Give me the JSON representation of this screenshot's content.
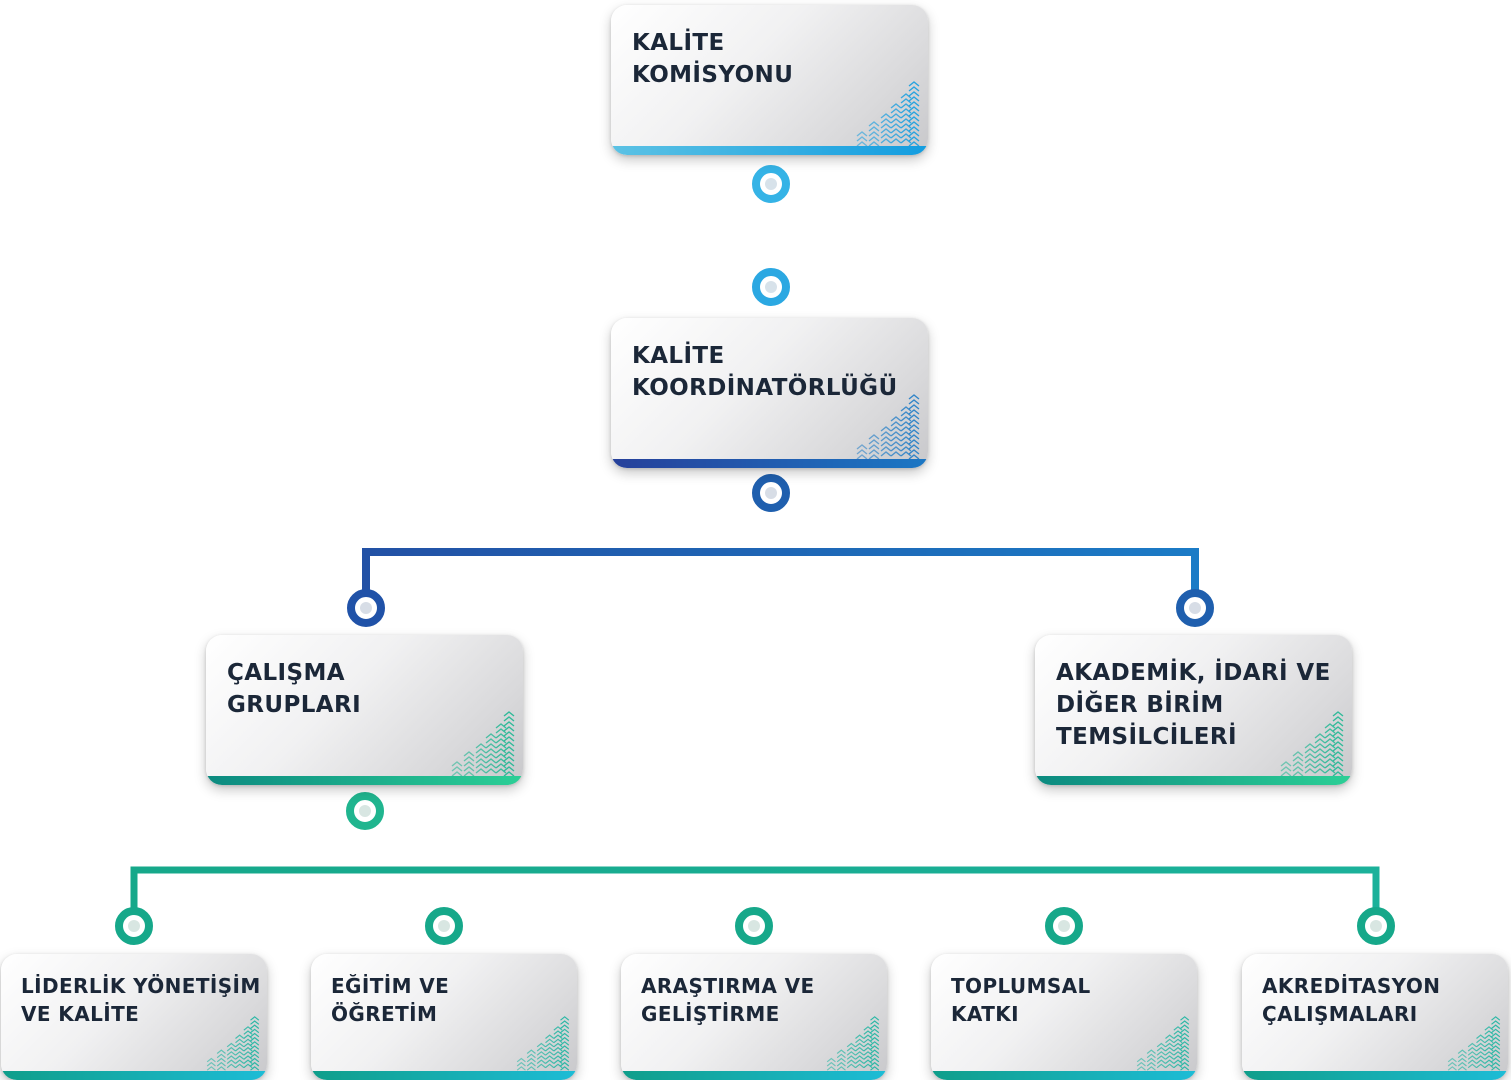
{
  "nodes": {
    "top": "KALİTE\nKOMİSYONU",
    "coordination": "KALİTE\nKOORDİNATÖRLÜĞÜ",
    "working_groups": "ÇALIŞMA\nGRUPLARI",
    "representatives": "AKADEMİK, İDARİ VE\nDİĞER BİRİM\nTEMSİLCİLERİ",
    "groups": [
      "LİDERLİK YÖNETİŞİM\nVE KALİTE",
      "EĞİTİM VE\nÖĞRETİM",
      "ARAŞTIRMA VE\nGELİŞTİRME",
      "TOPLUMSAL\nKATKI",
      "AKREDİTASYON\nÇALIŞMALARI"
    ]
  },
  "colors": {
    "text": "#1b2738",
    "level_1": "#139de0",
    "level_2": "#1f5fae",
    "level_3": "#14a58c",
    "level_4": "#1dbcd6"
  },
  "icons": {
    "node_connector": "ring-node-icon",
    "box_corner": "chevron-pattern-icon"
  }
}
